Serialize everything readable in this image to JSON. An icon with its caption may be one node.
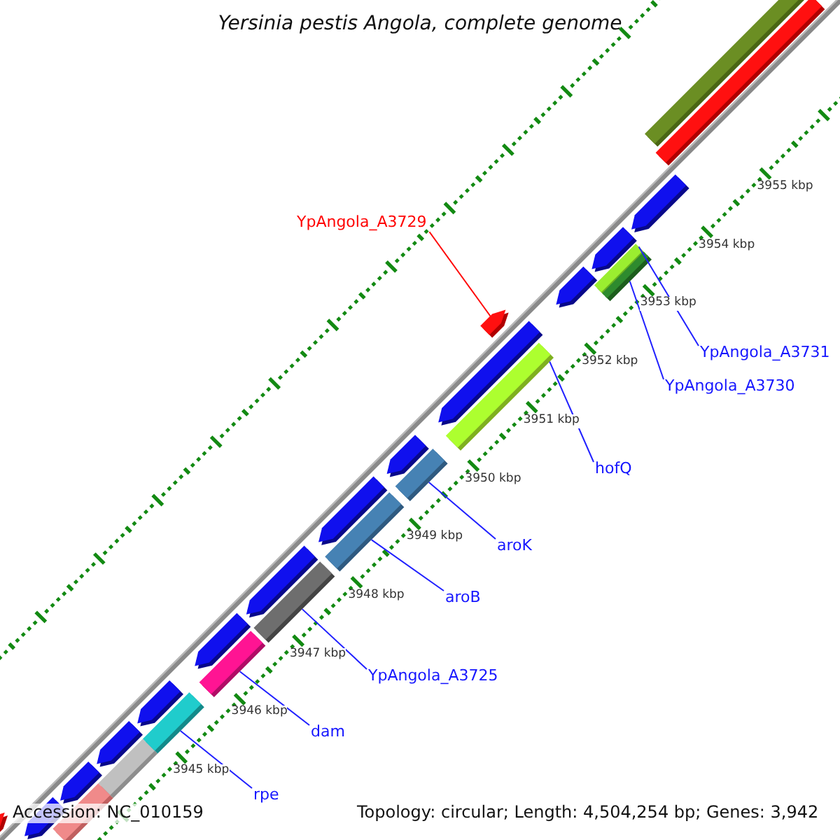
{
  "diagram": {
    "title": "Yersinia pestis Angola, complete genome",
    "nodes": [
      {
        "text": [
          "YpAngola_A3729"
        ]
      },
      {
        "text": [],
        "shape": "arrow"
      },
      {
        "text": [
          "YpAngola_A3731"
        ]
      },
      {
        "text": [],
        "shape": "bar"
      },
      {
        "text": [
          "YpAngola_A3730"
        ]
      },
      {
        "text": [],
        "shape": "bar"
      },
      {
        "text": [
          "hofQ"
        ]
      },
      {
        "text": [],
        "shape": "bar"
      },
      {
        "text": [
          "aroK"
        ]
      },
      {
        "text": [],
        "shape": "bar"
      },
      {
        "text": [
          "aroB"
        ]
      },
      {
        "text": [],
        "shape": "bar"
      },
      {
        "text": [
          "YpAngola_A3725"
        ]
      },
      {
        "text": [],
        "shape": "bar"
      },
      {
        "text": [
          "dam"
        ]
      },
      {
        "text": [],
        "shape": "bar"
      },
      {
        "text": [
          "rpe"
        ]
      },
      {
        "text": [],
        "shape": "bar"
      }
    ],
    "edges": [
      {
        "from": 0,
        "to": 1,
        "arrow": "none",
        "color": "#ff0000"
      },
      {
        "from": 2,
        "to": 3,
        "arrow": "none"
      },
      {
        "from": 4,
        "to": 5,
        "arrow": "none"
      },
      {
        "from": 6,
        "to": 7,
        "arrow": "none"
      },
      {
        "from": 8,
        "to": 9,
        "arrow": "none"
      },
      {
        "from": 10,
        "to": 11,
        "arrow": "none"
      },
      {
        "from": 12,
        "to": 13,
        "arrow": "none"
      },
      {
        "from": 14,
        "to": 15,
        "arrow": "none"
      },
      {
        "from": 16,
        "to": 17,
        "arrow": "none"
      }
    ],
    "labels": [
      "3955 kbp",
      "3954 kbp",
      "3953 kbp",
      "3952 kbp",
      "3951 kbp",
      "3950 kbp",
      "3949 kbp",
      "3948 kbp",
      "3947 kbp",
      "3946 kbp",
      "3945 kbp",
      "Accession: NC_010159",
      "Topology: circular; Length: 4,504,254 bp; Genes: 3,942"
    ]
  }
}
